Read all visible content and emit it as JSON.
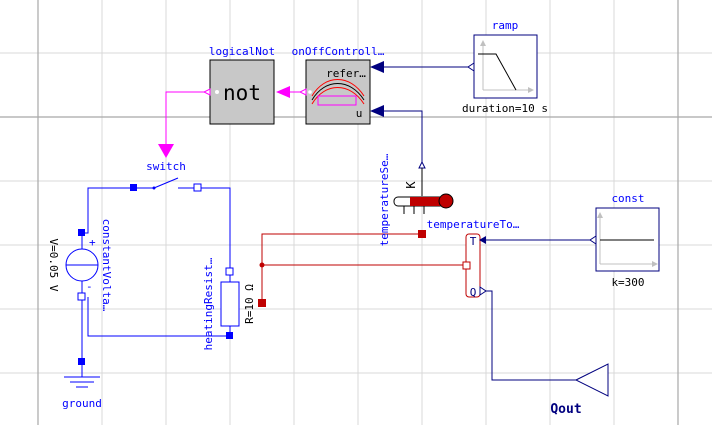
{
  "colors": {
    "electric": "#0000ff",
    "real": "#00007f",
    "boolean": "#ff00ff",
    "thermal": "#bf0000",
    "label": "#0000ff",
    "param": "#000000",
    "block_fill": "#c8c8c8",
    "grid": "#d8d8d8"
  },
  "components": {
    "ramp": {
      "name": "ramp",
      "param": "duration=10 s"
    },
    "logicalNot": {
      "name": "logicalNot",
      "symbol": "not"
    },
    "onOff": {
      "name": "onOffControll…",
      "ref_label": "refer…",
      "u_label": "u"
    },
    "switch": {
      "name": "switch"
    },
    "constantVoltage": {
      "name": "constantVolta…",
      "param": "V=0.05 V",
      "plus": "+",
      "minus": "-"
    },
    "heatingResistor": {
      "name": "heatingResist…",
      "param": "R=10 Ω"
    },
    "temperatureSensor": {
      "name": "temperatureSe…",
      "unit": "K"
    },
    "temperatureToHeat": {
      "name": "temperatureTo…",
      "t_label": "T",
      "q_label": "Q"
    },
    "const": {
      "name": "const",
      "param": "k=300"
    },
    "ground": {
      "name": "ground"
    },
    "qout": {
      "name": "Qout"
    }
  }
}
